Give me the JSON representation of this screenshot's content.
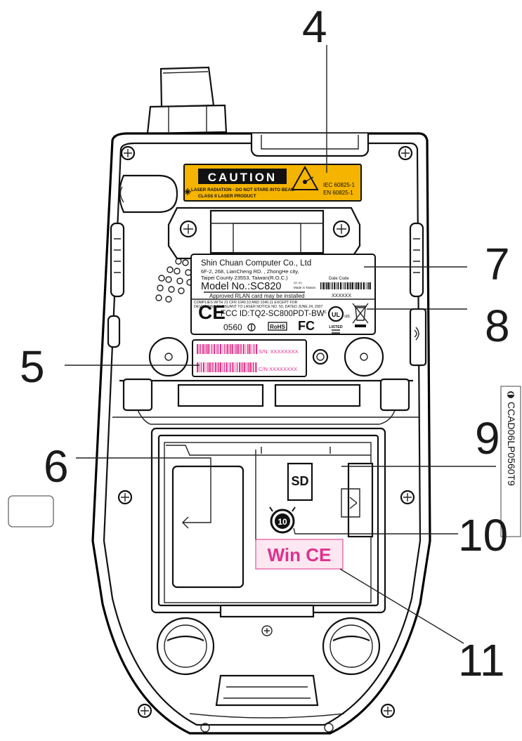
{
  "callouts": {
    "c4": "4",
    "c5": "5",
    "c6": "6",
    "c7": "7",
    "c8": "8",
    "c9": "9",
    "c10": "10",
    "c11": "11"
  },
  "caution_label": {
    "title": "CAUTION",
    "line1": "LASER RADIATION - DO NOT STARE INTO BEAM",
    "line2": "CLASS II LASER PRODUCT",
    "std1": "IEC 60825-1",
    "std2": "EN 60825-1",
    "color": "#f5b400"
  },
  "product_label": {
    "company": "Shin Chuan Computer Co., Ltd",
    "address1": "6F-2, 268, LianCheng RD. , ZhongHe city,",
    "address2": "Taipei County 23553, Taiwan(R.O.C.)",
    "date_code_label": "Date Code",
    "model_prefix": "Model No.:SC820",
    "rating": "DC 5V",
    "made_in": "Made in Taiwan",
    "date_code": "XXXXXX",
    "approved": "Approved RLAN card may be installed",
    "comply1": "COMPLIES WITH 21 CFR 1040.10 AND 1040.11 EXCEPT FOR",
    "comply2": "DEVIATIONS PURSUANT TO LASER NOTICE NO. 50, DATED JUNE 24, 2007",
    "fcc_id": "FCC ID:TQ2-SC800PDT-BW",
    "ce_mark": "CE",
    "notified_body": "0560",
    "rohs": "RoHS",
    "fc": "FC",
    "ul_mark": "UL",
    "ul_c": "c",
    "ul_us": "us",
    "listed": "LISTED"
  },
  "serial_label": {
    "sn": "S/N: XXXXXXXX",
    "cn": "C/N:XXXXXXXX",
    "color": "#e0308c"
  },
  "battery_bay": {
    "sd_label": "SD",
    "pollution_mark": "10",
    "os_label": "Win CE",
    "os_color": "#e0308c"
  },
  "side_label": {
    "code": "CCAD06LP0560T9"
  }
}
